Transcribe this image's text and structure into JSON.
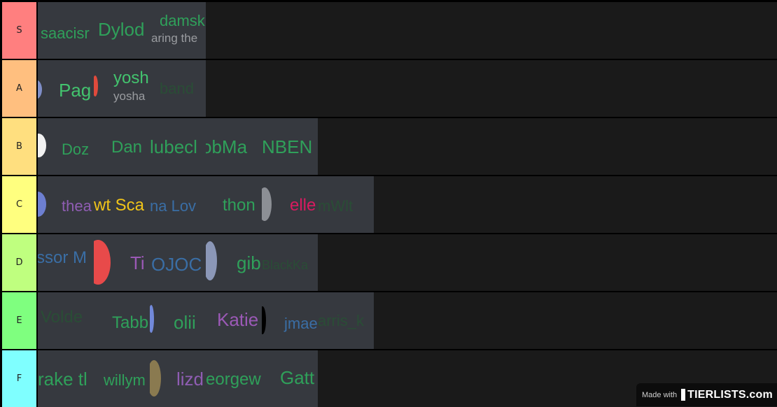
{
  "tiers": [
    {
      "label": "S",
      "color": "#ff7f7f",
      "items": [
        {
          "name": "saacisr",
          "color": "#2fa05a"
        },
        {
          "name": "Dylod",
          "color": "#2fa05a"
        },
        {
          "name": "damsk",
          "sub": "aring the",
          "color": "#2fa05a"
        }
      ]
    },
    {
      "label": "A",
      "color": "#ffbf7f",
      "items": [
        {
          "name": "Pag",
          "color": "#43c36e"
        },
        {
          "name": "yosh",
          "sub": "yosha",
          "color": "#43c36e"
        },
        {
          "name": "band",
          "color": "#2a4d36"
        }
      ]
    },
    {
      "label": "B",
      "color": "#ffdf7f",
      "items": [
        {
          "name": "Doz",
          "color": "#2fa05a"
        },
        {
          "name": "Dan",
          "color": "#2fa05a"
        },
        {
          "name": "lubecl",
          "color": "#2fa05a"
        },
        {
          "name": "obMa",
          "color": "#2fa05a"
        },
        {
          "name": "NBEN",
          "color": "#2fa05a"
        }
      ]
    },
    {
      "label": "C",
      "color": "#ffff7f",
      "items": [
        {
          "name": "thea",
          "color": "#8f5db3"
        },
        {
          "name": "wt Sca",
          "color": "#f0c419"
        },
        {
          "name": "na Lov",
          "color": "#3a6ea5"
        },
        {
          "name": "thon",
          "color": "#2fa05a"
        },
        {
          "name": "elle",
          "color": "#d81b60"
        },
        {
          "name": "mWlt",
          "color": "#2a4d36"
        }
      ]
    },
    {
      "label": "D",
      "color": "#bfff7f",
      "items": [
        {
          "name": "ssor M",
          "color": "#3a6ea5"
        },
        {
          "name": "Ti",
          "color": "#9b59b6"
        },
        {
          "name": "OJOC",
          "color": "#3a6ea5"
        },
        {
          "name": "gib",
          "color": "#2fa05a"
        },
        {
          "name": "BlackKa",
          "color": "#2a4d36"
        }
      ]
    },
    {
      "label": "E",
      "color": "#7fff7f",
      "items": [
        {
          "name": "Volde",
          "color": "#2a4d36"
        },
        {
          "name": "Tabb",
          "color": "#2fa05a"
        },
        {
          "name": "olii",
          "color": "#2fa05a"
        },
        {
          "name": "Katie",
          "color": "#9b59b6"
        },
        {
          "name": "jmae",
          "color": "#3a6ea5"
        },
        {
          "name": "arris_k",
          "color": "#2a4d36"
        }
      ]
    },
    {
      "label": "F",
      "color": "#7fffff",
      "items": [
        {
          "name": "rake tl",
          "color": "#2fa05a"
        },
        {
          "name": "willym",
          "color": "#2fa05a"
        },
        {
          "name": "lizd",
          "color": "#8f5db3"
        },
        {
          "name": "eorgew",
          "color": "#2fa05a"
        },
        {
          "name": "Gatt",
          "color": "#2fa05a"
        }
      ]
    }
  ],
  "watermark": {
    "made_with": "Made with",
    "brand": "TIERLISTS.com"
  }
}
